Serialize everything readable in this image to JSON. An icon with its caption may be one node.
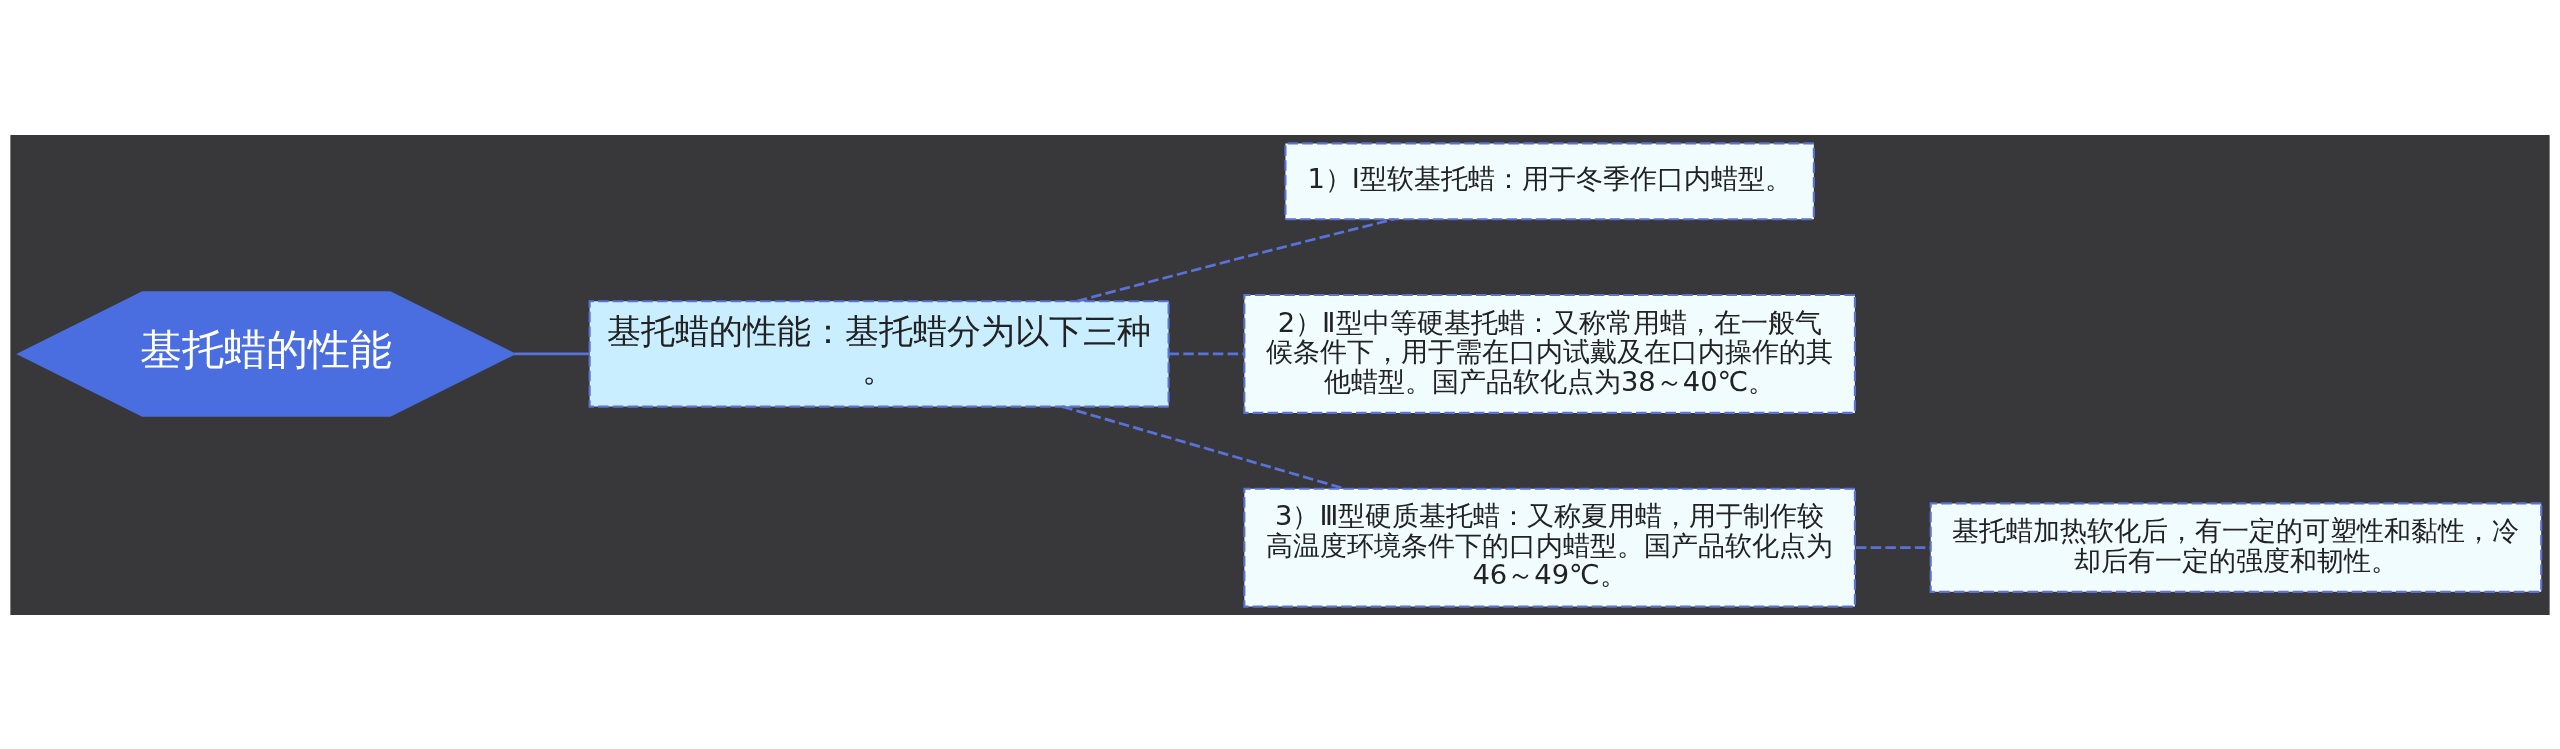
{
  "diagram": {
    "nodes": [
      {
        "text": [
          "基托蜡的性能"
        ]
      },
      {
        "text": [
          "基托蜡的性能：基托蜡分为以下三种。"
        ]
      },
      {
        "text": [
          "1）Ⅰ型软基托蜡：用于冬季作口内蜡型。"
        ]
      },
      {
        "text": [
          "2）Ⅱ型中等硬基托蜡：又称常用蜡，在一般气候条件下，用于需在口内试戴及在口内操作的其他蜡型。国产品软化点为38～40℃。"
        ]
      },
      {
        "text": [
          "3）Ⅲ型硬质基托蜡：又称夏用蜡，用于制作较高温度环境条件下的口内蜡型。国产品软化点为46～49℃。"
        ]
      },
      {
        "text": [
          "基托蜡加热软化后，有一定的可塑性和黏性，冷却后有一定的强度和韧性。"
        ]
      }
    ],
    "edges": [
      {
        "from": 0,
        "to": 1,
        "arrow": "none"
      },
      {
        "from": 1,
        "to": 2,
        "arrow": "none",
        "style": "dashed"
      },
      {
        "from": 1,
        "to": 3,
        "arrow": "none",
        "style": "dashed"
      },
      {
        "from": 1,
        "to": 4,
        "arrow": "none",
        "style": "dashed"
      },
      {
        "from": 4,
        "to": 5,
        "arrow": "none",
        "style": "dashed"
      }
    ]
  }
}
